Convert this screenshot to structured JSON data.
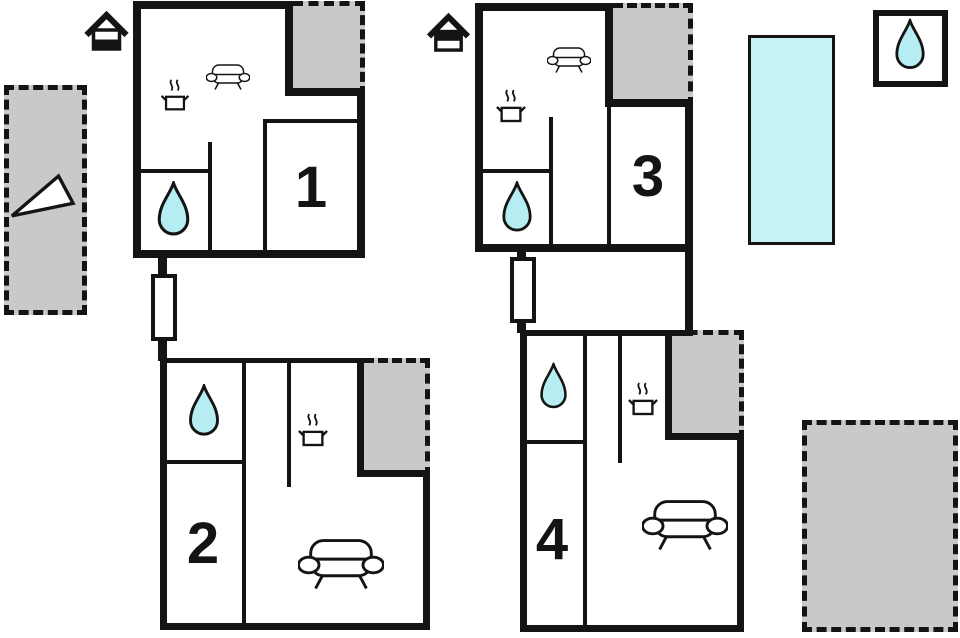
{
  "rooms": [
    {
      "label": "1"
    },
    {
      "label": "2"
    },
    {
      "label": "3"
    },
    {
      "label": "4"
    }
  ],
  "icons": {
    "water_drop": "water-drop-icon",
    "cooking_pot": "cooking-pot-icon",
    "sofa": "sofa-icon",
    "house_marker_ground": "house-marker-ground-floor-icon",
    "house_marker_upper": "house-marker-upper-floor-icon",
    "triangle_marker": "triangle-marker-icon",
    "door_connector": "door-connector-icon"
  },
  "colors": {
    "wall": "#141414",
    "terrace": "#c9c9c9",
    "water": "#b5edf3",
    "pool": "#c8f4f7",
    "background": "#ffffff"
  }
}
